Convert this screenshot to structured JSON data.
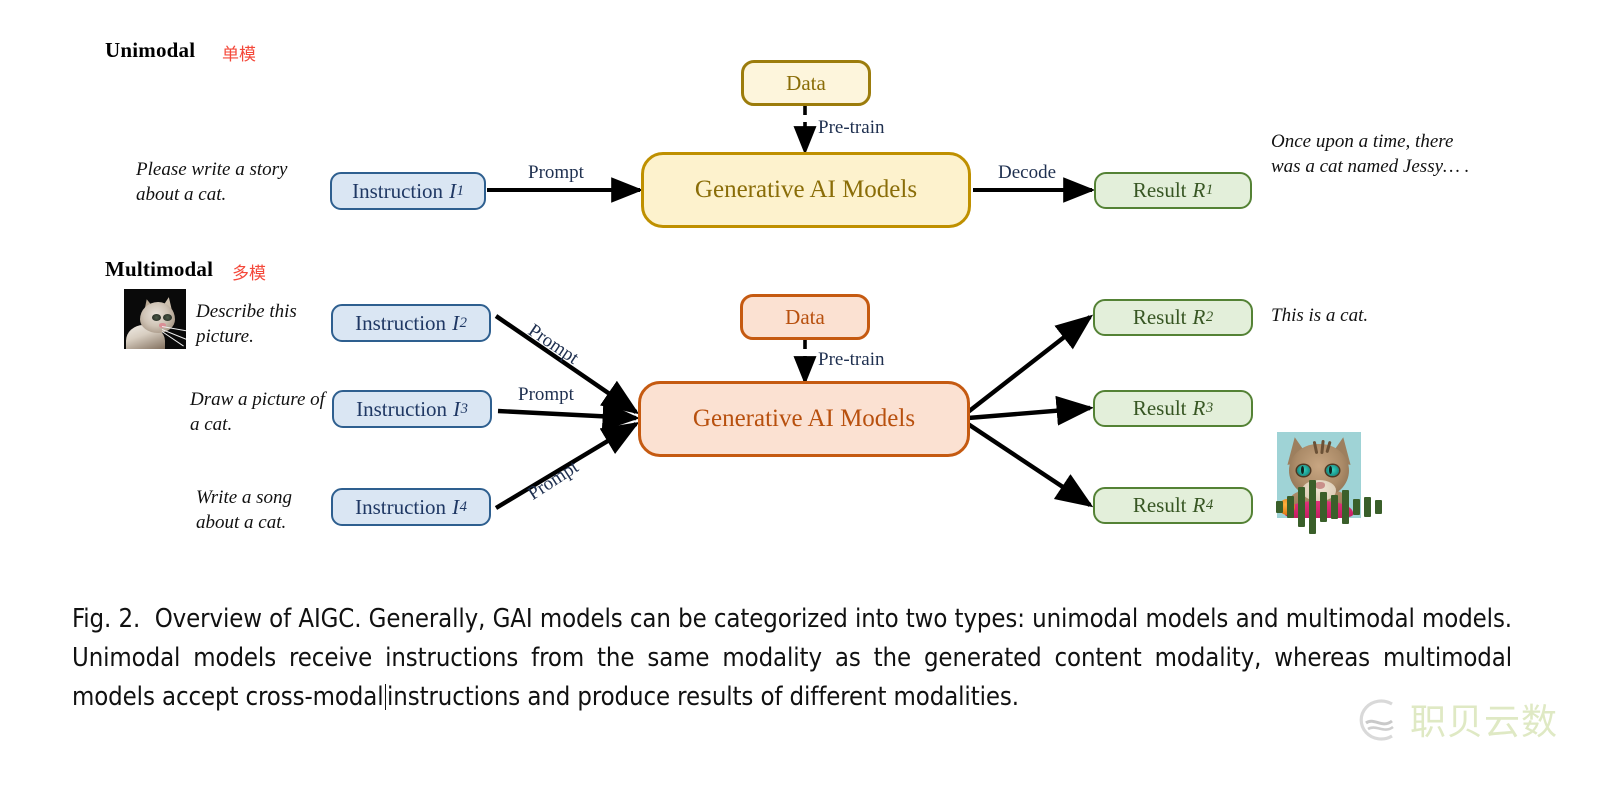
{
  "figure": {
    "caption_prefix": "Fig. 2.",
    "caption_body": "Overview of AIGC. Generally, GAI models can be categorized into two types: unimodal models and multimodal models. Unimodal models receive instructions from the same modality as the generated content modality, whereas multimodal models accept cross-modal",
    "caption_tail": "instructions and produce results of different modalities."
  },
  "watermark": {
    "text": "职贝云数",
    "logo_icon": "wave-circle-icon",
    "color": "#dfe9c4"
  },
  "unimodal": {
    "heading": "Unimodal",
    "heading_cn": "单模",
    "heading_cn_color": "#f4483a",
    "prompt_text": "Please write a story about a cat.",
    "instruction_label": "Instruction",
    "instruction_subscript": "1",
    "instruction_colors": {
      "fill": "#dae6f3",
      "border": "#2e5f8f",
      "text": "#1f3864"
    },
    "edge_prompt": "Prompt",
    "data_label": "Data",
    "pretrain_label": "Pre-train",
    "model_label": "Generative AI Models",
    "model_colors": {
      "fill": "#fdf2cd",
      "border": "#bf9000",
      "text": "#8a6d08"
    },
    "edge_decode": "Decode",
    "result_label": "Result",
    "result_subscript": "1",
    "result_colors": {
      "fill": "#e3efda",
      "border": "#548235",
      "text": "#375623"
    },
    "output_text": "Once upon a time, there was a cat named Jessy… ."
  },
  "multimodal": {
    "heading": "Multimodal",
    "heading_cn": "多模",
    "heading_cn_color": "#f4483a",
    "data_label": "Data",
    "pretrain_label": "Pre-train",
    "model_label": "Generative AI Models",
    "model_colors": {
      "fill": "#fbe1d2",
      "border": "#c55a11",
      "text": "#b8500e"
    },
    "inputs": [
      {
        "icon": "cat-photo-thumbnail",
        "prompt_text": "Describe this picture.",
        "instruction_label": "Instruction",
        "instruction_subscript": "2",
        "edge_label": "Prompt"
      },
      {
        "icon": "",
        "prompt_text": "Draw a picture of a cat.",
        "instruction_label": "Instruction",
        "instruction_subscript": "3",
        "edge_label": "Prompt"
      },
      {
        "icon": "",
        "prompt_text": "Write a song about a cat.",
        "instruction_label": "Instruction",
        "instruction_subscript": "4",
        "edge_label": "Prompt"
      }
    ],
    "outputs": [
      {
        "result_label": "Result",
        "result_subscript": "2",
        "output_text": "This is a cat.",
        "output_kind": "text"
      },
      {
        "result_label": "Result",
        "result_subscript": "3",
        "output_text": "",
        "output_kind": "generated-cat-image"
      },
      {
        "result_label": "Result",
        "result_subscript": "4",
        "output_text": "",
        "output_kind": "audio-waveform"
      }
    ],
    "waveform_bars": [
      12,
      22,
      40,
      54,
      30,
      24,
      34,
      16,
      20,
      14
    ],
    "waveform_color": "#3a5f2a"
  }
}
